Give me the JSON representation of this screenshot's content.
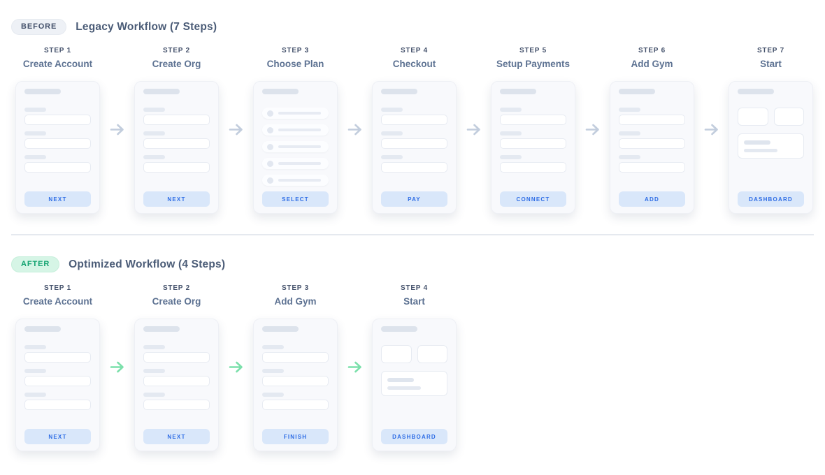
{
  "icons": {
    "step_arrow": "arrow-right"
  },
  "colors": {
    "before_badge_bg": "#eef1f6",
    "before_badge_text": "#44516b",
    "after_badge_bg": "#d6f5e6",
    "after_badge_text": "#10a26f",
    "before_arrow": "#c2cddd",
    "after_arrow": "#7ce0ab",
    "button_bg": "#d9e7fa",
    "button_text": "#2d6ce5",
    "card_bg": "#f8f9fc"
  },
  "sections": [
    {
      "theme": "before",
      "badge": "BEFORE",
      "title": "Legacy Workflow (7 Steps)",
      "steps": [
        {
          "label": "STEP 1",
          "name": "Create Account",
          "screen": "form",
          "button": "NEXT"
        },
        {
          "label": "STEP 2",
          "name": "Create Org",
          "screen": "form",
          "button": "NEXT"
        },
        {
          "label": "STEP 3",
          "name": "Choose Plan",
          "screen": "list",
          "button": "SELECT"
        },
        {
          "label": "STEP 4",
          "name": "Checkout",
          "screen": "form",
          "button": "PAY"
        },
        {
          "label": "STEP 5",
          "name": "Setup Payments",
          "screen": "form",
          "button": "CONNECT"
        },
        {
          "label": "STEP 6",
          "name": "Add Gym",
          "screen": "form",
          "button": "ADD"
        },
        {
          "label": "STEP 7",
          "name": "Start",
          "screen": "dashboard",
          "button": "DASHBOARD"
        }
      ]
    },
    {
      "theme": "after",
      "badge": "AFTER",
      "title": "Optimized Workflow (4 Steps)",
      "steps": [
        {
          "label": "STEP 1",
          "name": "Create Account",
          "screen": "form",
          "button": "NEXT"
        },
        {
          "label": "STEP 2",
          "name": "Create Org",
          "screen": "form",
          "button": "NEXT"
        },
        {
          "label": "STEP 3",
          "name": "Add Gym",
          "screen": "form",
          "button": "FINISH"
        },
        {
          "label": "STEP 4",
          "name": "Start",
          "screen": "dashboard",
          "button": "DASHBOARD"
        }
      ]
    }
  ],
  "mockup": {
    "form_field_count": 3,
    "list_item_count": 5,
    "dashboard_stat_box_count": 2,
    "dashboard_text_line_count": 2
  }
}
